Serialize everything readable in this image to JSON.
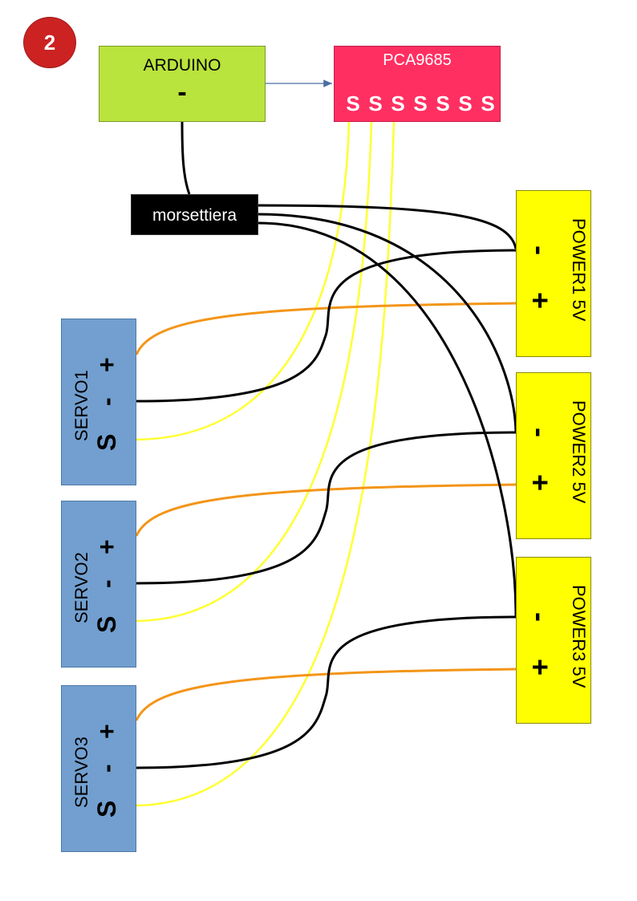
{
  "page_badge": "2",
  "arduino": {
    "title": "ARDUINO",
    "pin": "-"
  },
  "pca9685": {
    "title": "PCA9685",
    "pins": [
      "S",
      "S",
      "S",
      "S",
      "S",
      "S",
      "S"
    ]
  },
  "morsettiera": {
    "title": "morsettiera"
  },
  "power_supplies": [
    {
      "label": "POWER1 5V",
      "minus": "-",
      "plus": "+"
    },
    {
      "label": "POWER2 5V",
      "minus": "-",
      "plus": "+"
    },
    {
      "label": "POWER3 5V",
      "minus": "-",
      "plus": "+"
    }
  ],
  "servos": [
    {
      "label": "SERVO1",
      "s": "S",
      "minus": "-",
      "plus": "+"
    },
    {
      "label": "SERVO2",
      "s": "S",
      "minus": "-",
      "plus": "+"
    },
    {
      "label": "SERVO3",
      "s": "S",
      "minus": "-",
      "plus": "+"
    }
  ],
  "colors": {
    "badge": "#cc2222",
    "arduino": "#b9e33d",
    "pca9685": "#ff2f62",
    "morsettiera": "#000000",
    "power": "#ffff00",
    "servo": "#729fcf",
    "wire_ground": "#000000",
    "wire_positive": "#f39518",
    "wire_signal": "#ffff33",
    "arrow": "#4a6fa5"
  }
}
